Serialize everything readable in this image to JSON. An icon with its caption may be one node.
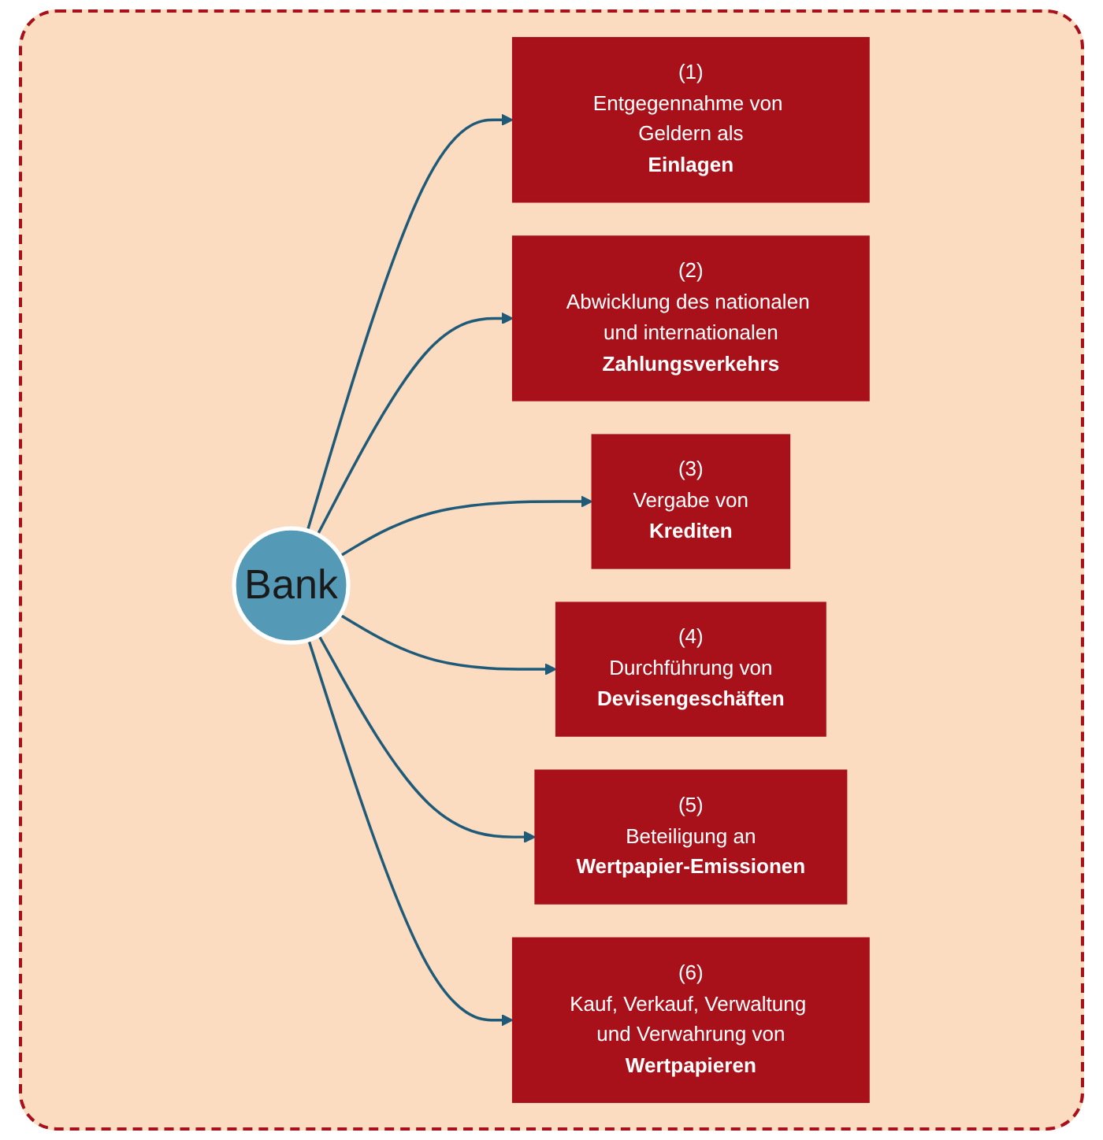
{
  "diagram": {
    "nodes": [
      {
        "text": [
          "(1)",
          "Entgegennahme von Geldern als",
          "Einlagen"
        ]
      },
      {
        "text": [
          "(6)",
          "Kauf, Verkauf, Verwaltung und Verwahrung von",
          "Wertpapieren"
        ]
      },
      {
        "text": [
          "(2)",
          "Abwicklung des nationalen und internationalen",
          "Zahlungsverkehrs"
        ]
      },
      {
        "text": [
          "Bank"
        ]
      },
      {
        "text": [
          "(5)",
          "Beteiligung an",
          "Wertpapier-Emissionen"
        ]
      },
      {
        "text": [
          "(3)",
          "Vergabe von",
          "Krediten"
        ]
      },
      {
        "text": [
          "(4)",
          "Durchführung von",
          "Devisengeschäften"
        ]
      }
    ],
    "edges": [
      {
        "from": 3,
        "to": 0,
        "arrow": "to"
      },
      {
        "from": 3,
        "to": 2,
        "arrow": "to"
      },
      {
        "from": 3,
        "to": 5,
        "arrow": "to"
      },
      {
        "from": 3,
        "to": 6,
        "arrow": "to"
      },
      {
        "from": 3,
        "to": 4,
        "arrow": "to"
      },
      {
        "from": 3,
        "to": 1,
        "arrow": "to"
      }
    ]
  }
}
